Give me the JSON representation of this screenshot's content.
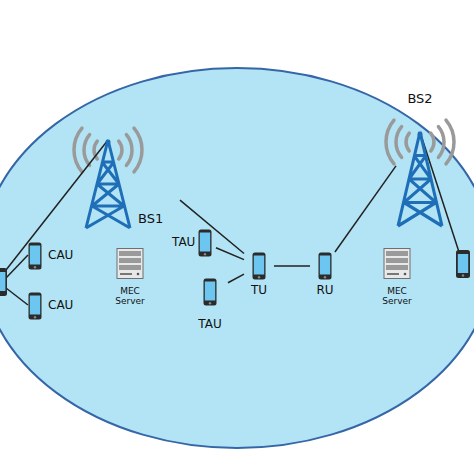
{
  "diagram": {
    "nodes": [
      {
        "text": [
          "BS1"
        ]
      },
      {
        "text": [
          "CAU"
        ]
      },
      {
        "text": [
          "CAU"
        ]
      },
      {
        "text": [
          "MEC Server"
        ]
      },
      {
        "text": [
          "TAU"
        ]
      },
      {
        "text": [
          "TAU"
        ]
      },
      {
        "text": [
          "TU"
        ]
      },
      {
        "text": [
          "RU"
        ]
      },
      {
        "text": [
          "BS2"
        ]
      },
      {
        "text": [
          "MEC Server"
        ]
      }
    ],
    "edges": [
      {
        "from": 0,
        "to": 6,
        "arrow": "none"
      },
      {
        "from": 4,
        "to": 6,
        "arrow": "none"
      },
      {
        "from": 5,
        "to": 6,
        "arrow": "none"
      },
      {
        "from": 6,
        "to": 7,
        "arrow": "none"
      },
      {
        "from": 7,
        "to": 8,
        "arrow": "none"
      }
    ]
  }
}
